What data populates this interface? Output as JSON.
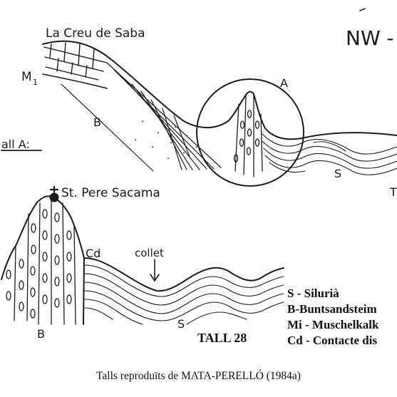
{
  "diagram": {
    "upper_section": {
      "place_label": "La Creu de Saba",
      "orientation_label": "NW -",
      "unit_m1": "M",
      "unit_m1_sub": "1",
      "unit_b": "B",
      "zoom_label": "A",
      "unit_s": "S",
      "unit_t": "T",
      "section_label": "all A:"
    },
    "lower_section": {
      "peak_label": "St. Pere Sacama",
      "contact_label": "Cd",
      "collet_label": "collet",
      "unit_b": "B",
      "unit_s": "S",
      "title": "TALL 28"
    },
    "legend": [
      "S - Silurià",
      "B-Buntsandsteim",
      "Mi - Muschelkalk",
      "Cd - Contacte dis"
    ]
  },
  "caption": "Talls reproduïts de MATA-PERELLÓ (1984a)"
}
